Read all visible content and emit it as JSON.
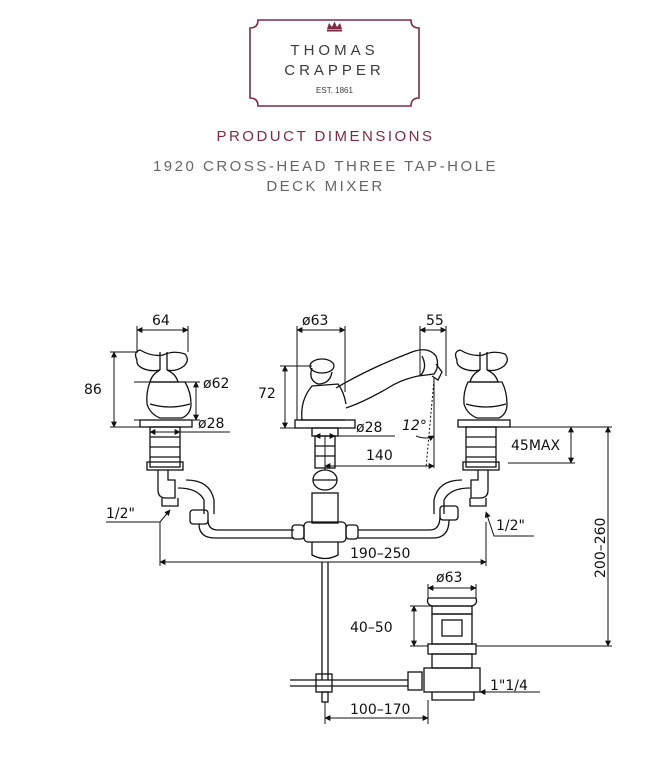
{
  "brand": {
    "line1": "THOMAS",
    "line2": "CRAPPER",
    "est": "EST. 1861",
    "color": "#7d2a45",
    "icon": "crown-icon"
  },
  "heading": {
    "title": "PRODUCT DIMENSIONS",
    "product_line1": "1920 CROSS-HEAD THREE TAP-HOLE",
    "product_line2": "DECK MIXER"
  },
  "dimensions": {
    "handle_width": "64",
    "handle_height": "86",
    "handle_diameter": "ø62",
    "tap_base_diameter": "ø28",
    "spout_base_diameter": "ø63",
    "spout_height": "72",
    "spout_outlet": "55",
    "center_base_diameter": "ø28",
    "spout_angle": "12°",
    "spout_reach": "140",
    "deck_thickness": "45MAX",
    "inlet_left": "1/2\"",
    "inlet_right": "1/2\"",
    "tap_centres": "190–250",
    "overall_depth": "200–260",
    "waste_diameter": "ø63",
    "waste_height": "40–50",
    "waste_thread": "1\"1/4",
    "pop_up_range": "100–170"
  }
}
